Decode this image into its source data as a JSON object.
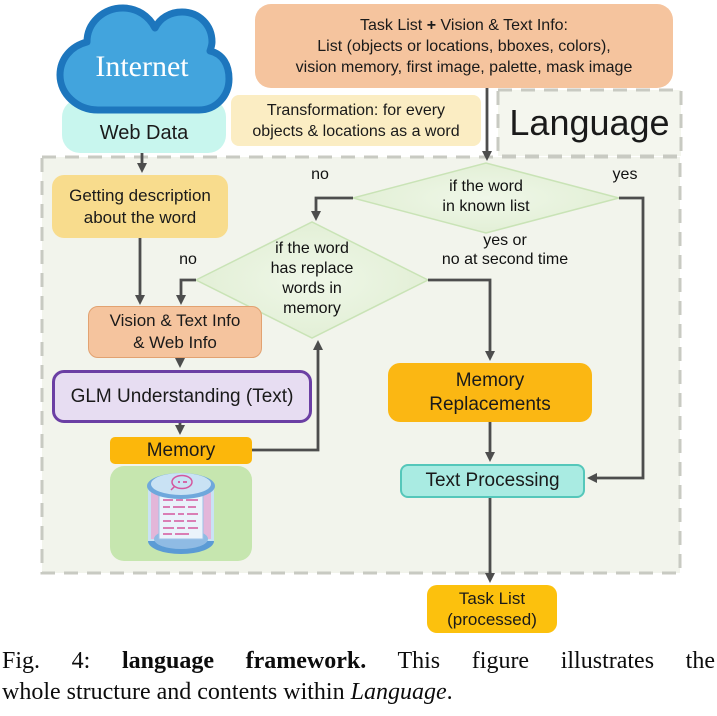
{
  "colors": {
    "cloud_fill": "#42A4DD",
    "cloud_border": "#1D76BD",
    "web_data_fill": "#C8F6EE",
    "peach_fill": "#F5C49E",
    "light_yellow_fill": "#FBEDC3",
    "yellow_fill": "#F8DC8D",
    "diamond_fill": "#E5F1DA",
    "diamond_border": "#C9E3B6",
    "purple_fill": "#E7DDF2",
    "purple_border": "#6B3FA4",
    "amber_fill": "#FBB713",
    "gold_fill": "#FCC10D",
    "green_panel_fill": "#C6E6AF",
    "cyan_fill": "#A9EBE2",
    "cyan_border": "#55C7BA",
    "panel_bg": "#F2F4EC",
    "dash_color": "#C8CAC2",
    "arrow_color": "#4D4D4D"
  },
  "diagram": {
    "internet": "Internet",
    "web_data": "Web Data",
    "task_info": {
      "pre": "Task List",
      "plus": "+",
      "post": "Vision & Text Info:",
      "line2": "List (objects or locations, bboxes, colors),",
      "line3": "vision memory, first image, palette, mask image"
    },
    "transformation": {
      "line1": "Transformation: for every",
      "line2": "objects & locations as a word"
    },
    "language_label": "Language",
    "getting_desc": {
      "line1": "Getting description",
      "line2": "about the word"
    },
    "diamond_known": {
      "line1": "if the word",
      "line2": "in known list"
    },
    "diamond_replace": {
      "line1": "if the word",
      "line2": "has replace",
      "line3": "words in",
      "line4": "memory"
    },
    "vision_info": {
      "line1": "Vision & Text Info",
      "line2": "& Web Info"
    },
    "glm": "GLM Understanding (Text)",
    "memory": "Memory",
    "memory_repl": {
      "line1": "Memory",
      "line2": "Replacements"
    },
    "text_proc": "Text Processing",
    "task_processed": {
      "line1": "Task List",
      "line2": "(processed)"
    },
    "labels": {
      "no1": "no",
      "yes1": "yes",
      "no2": "no",
      "yes2a": "yes or",
      "yes2b": "no at second time"
    }
  },
  "caption": {
    "fig": "Fig. 4:",
    "bold": "language framework.",
    "rest1": "This figure illustrates the",
    "rest2": "whole structure and contents within",
    "italic": "Language",
    "period": "."
  }
}
